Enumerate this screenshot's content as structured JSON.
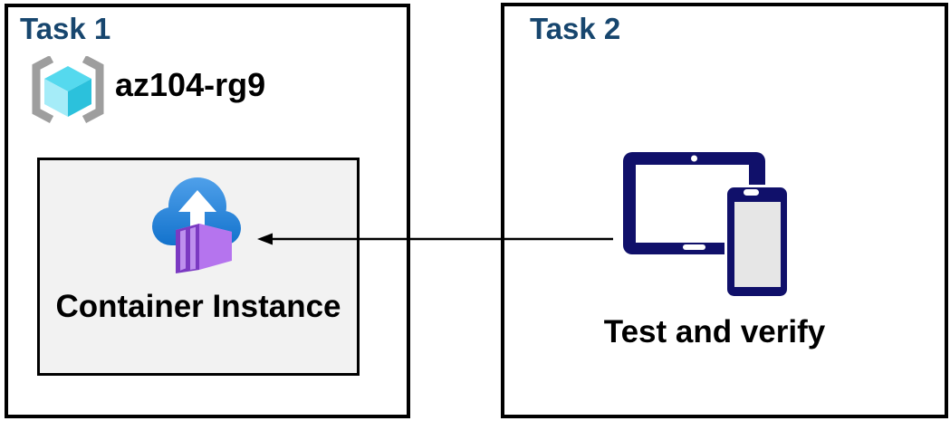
{
  "task1": {
    "title": "Task 1",
    "resource_group": {
      "label": "az104-rg9",
      "icon": "azure-resource-group-icon"
    },
    "container_box": {
      "label": "Container Instance",
      "icon": "azure-container-instances-icon"
    }
  },
  "task2": {
    "title": "Task 2",
    "label": "Test and verify",
    "icon": "tablet-phone-icon"
  },
  "arrow": {
    "from": "task2-devices",
    "to": "container-instance",
    "direction": "right-to-left"
  },
  "colors": {
    "task_title_blue": "#17466E",
    "body_text": "#000000",
    "box_border": "#000000",
    "container_box_fill": "#F2F2F2",
    "device_navy": "#10106A",
    "device_screen_gray": "#E6E6E6",
    "cloud_blue_light": "#4FA0EA",
    "cloud_blue_dark": "#1272CC",
    "container_purple_front": "#7B3AC2",
    "container_purple_side": "#B574EE",
    "container_purple_top": "#C79CF0",
    "cube_top": "#55D9EE",
    "cube_left": "#A5ECF8",
    "cube_right": "#2BC1DC",
    "bracket_gray": "#9E9E9E"
  }
}
